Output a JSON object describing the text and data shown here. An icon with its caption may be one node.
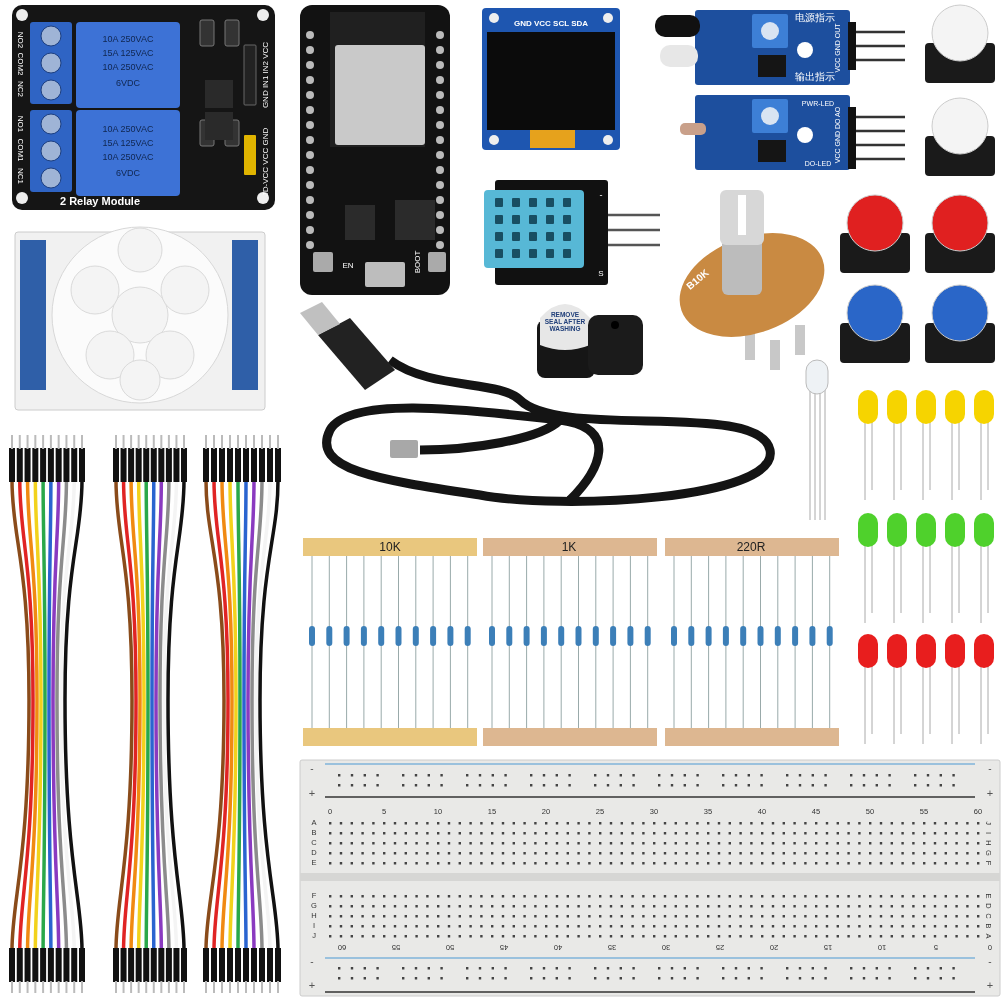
{
  "diagram": {
    "labels": [
      "NO2",
      "COM2",
      "NC2",
      "NO1",
      "COM1",
      "NC1",
      "10A 250VAC",
      "15A 125VAC",
      "10A 250VAC",
      "6VDC",
      "10A 250VAC",
      "15A 125VAC",
      "10A 250VAC",
      "6VDC",
      "GND IN1 IN2 VCC",
      "JD-VCC VCC GND",
      "2 Relay Module",
      "EN",
      "BOOT",
      "GND VCC SCL SDA",
      "-",
      "S",
      "电源指示",
      "VCC GND OUT",
      "输出指示",
      "PWR-LED",
      "VCC GND DO AO",
      "DO-LED",
      "B10K",
      "REMOVE SEAL AFTER WASHING",
      "10K",
      "1K",
      "220R",
      "-",
      "-",
      "+",
      "+",
      "0",
      "5",
      "10",
      "15",
      "20",
      "25",
      "30",
      "35",
      "40",
      "45",
      "50",
      "55",
      "60",
      "A",
      "B",
      "C",
      "D",
      "E",
      "J",
      "I",
      "H",
      "G",
      "F",
      "F",
      "G",
      "H",
      "I",
      "J",
      "E",
      "D",
      "C",
      "B",
      "A",
      "60",
      "55",
      "50",
      "45",
      "40",
      "35",
      "30",
      "25",
      "20",
      "15",
      "10",
      "5",
      "0",
      "-",
      "-",
      "+",
      "+"
    ]
  }
}
